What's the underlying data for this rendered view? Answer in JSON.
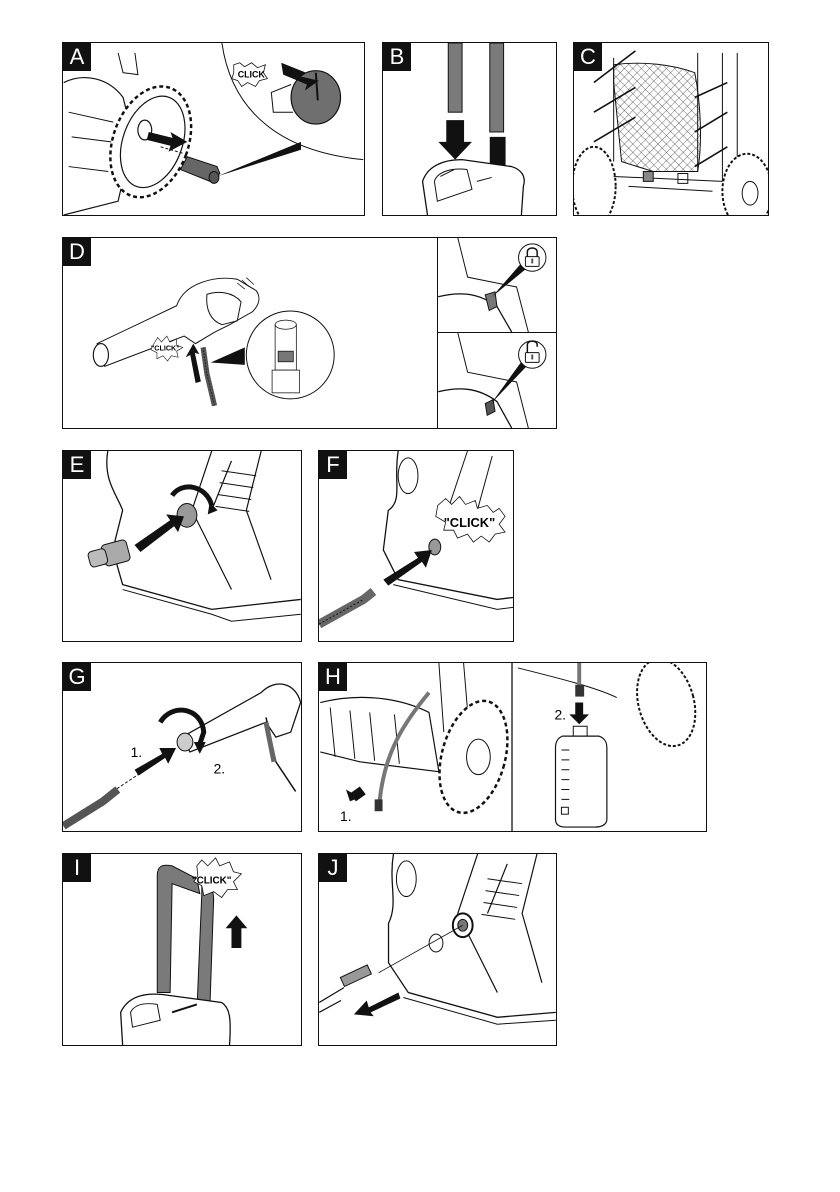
{
  "document": {
    "type": "pressure washer assembly instructions illustration sheet",
    "colors": {
      "line": "#111111",
      "fill_gray": "#7a7a7a",
      "label_bg": "#111111",
      "label_fg": "#ffffff"
    }
  },
  "panels": [
    {
      "id": "A",
      "label": "A",
      "callouts": [
        "CLICK"
      ],
      "description": "Insert axle pin into wheel hub; inset shows hubcap snapping on"
    },
    {
      "id": "B",
      "label": "B",
      "callouts": [],
      "description": "Insert two handle tubes into housing"
    },
    {
      "id": "C",
      "label": "C",
      "callouts": [],
      "description": "Attach hose basket/net to frame hooks"
    },
    {
      "id": "D",
      "label": "D",
      "callouts": [
        "\"CLICK\""
      ],
      "sub_panels": [
        {
          "icon": "lock-closed-icon"
        },
        {
          "icon": "lock-open-icon"
        }
      ],
      "description": "Connect high-pressure hose to spray gun; trigger lock locked/unlocked"
    },
    {
      "id": "E",
      "label": "E",
      "callouts": [],
      "description": "Screw water inlet adapter onto machine"
    },
    {
      "id": "F",
      "label": "F",
      "callouts": [
        "\"CLICK\""
      ],
      "description": "Push high-pressure hose into outlet"
    },
    {
      "id": "G",
      "label": "G",
      "callouts": [
        "1.",
        "2."
      ],
      "description": "Insert lance and rotate to lock"
    },
    {
      "id": "H",
      "label": "H",
      "callouts": [
        "1.",
        "2."
      ],
      "description": "Pull out detergent suction hose and insert into detergent bottle"
    },
    {
      "id": "I",
      "label": "I",
      "callouts": [
        "\"CLICK\""
      ],
      "description": "Extend telescopic handle until it clicks"
    },
    {
      "id": "J",
      "label": "J",
      "callouts": [],
      "description": "Remove inlet filter with pliers"
    }
  ]
}
